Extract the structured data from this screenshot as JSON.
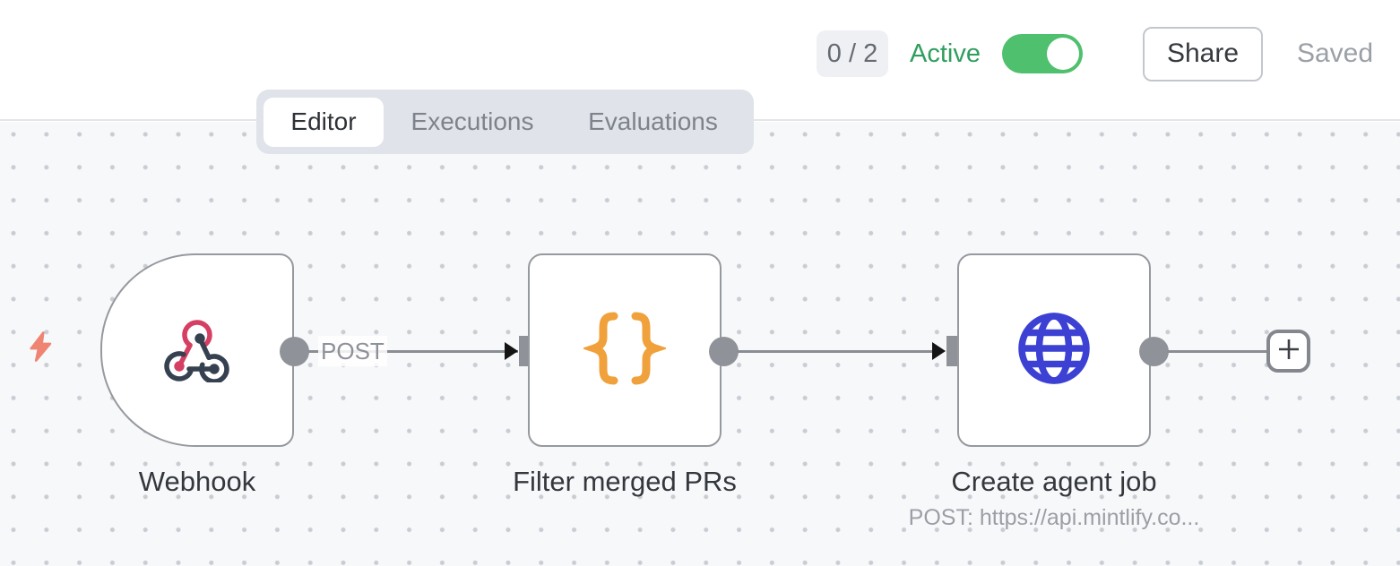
{
  "topbar": {
    "counter": "0 / 2",
    "active_label": "Active",
    "toggle_state": "on",
    "share_label": "Share",
    "saved_label": "Saved"
  },
  "tabs": [
    {
      "label": "Editor",
      "active": true
    },
    {
      "label": "Executions",
      "active": false
    },
    {
      "label": "Evaluations",
      "active": false
    }
  ],
  "canvas": {
    "nodes": [
      {
        "label": "Webhook",
        "icon": "webhook-icon",
        "shape": "trigger"
      },
      {
        "label": "Filter merged PRs",
        "icon": "code-braces-icon",
        "shape": "square"
      },
      {
        "label": "Create agent job",
        "subtitle": "POST: https://api.mintlify.co...",
        "icon": "globe-icon",
        "shape": "square"
      }
    ],
    "edges": [
      {
        "from": "Webhook",
        "to": "Filter merged PRs",
        "label": "POST"
      },
      {
        "from": "Filter merged PRs",
        "to": "Create agent job",
        "label": ""
      },
      {
        "from": "Create agent job",
        "to": "add-node-button",
        "label": ""
      }
    ],
    "plus_label": "+"
  },
  "colors": {
    "toggle_green": "#4fc06d",
    "active_text_green": "#2f9e5f",
    "webhook_pink": "#d43f63",
    "webhook_dark": "#354050",
    "braces_orange": "#f0a13c",
    "globe_blue": "#3c41d4",
    "bolt_salmon": "#ee8471",
    "node_border": "#96999e",
    "port_gray": "#8f9298",
    "canvas_bg": "#f7f8fa"
  }
}
